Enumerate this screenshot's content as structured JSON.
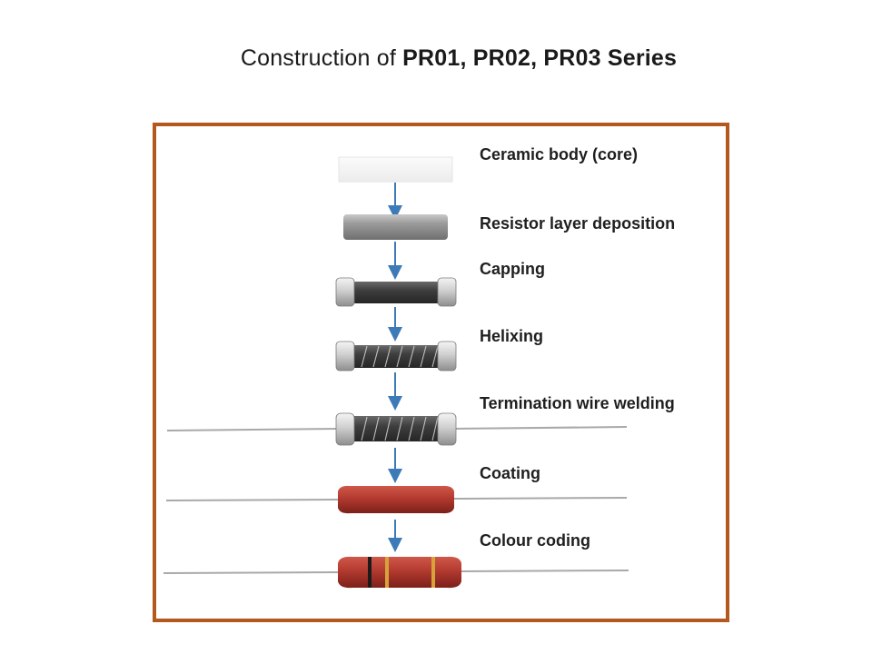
{
  "title": {
    "prefix": "Construction of ",
    "series": "PR01, PR02, PR03",
    "suffix": " Series"
  },
  "steps": [
    {
      "label": "Ceramic body (core)"
    },
    {
      "label": "Resistor layer deposition"
    },
    {
      "label": "Capping"
    },
    {
      "label": "Helixing"
    },
    {
      "label": "Termination wire welding"
    },
    {
      "label": "Coating"
    },
    {
      "label": "Colour coding"
    }
  ],
  "colors": {
    "frame": "#b4581d",
    "arrow": "#3d7ab8",
    "coating": "#b23a30",
    "band_gold": "#d8a23a",
    "band_black": "#1b1b1b"
  }
}
